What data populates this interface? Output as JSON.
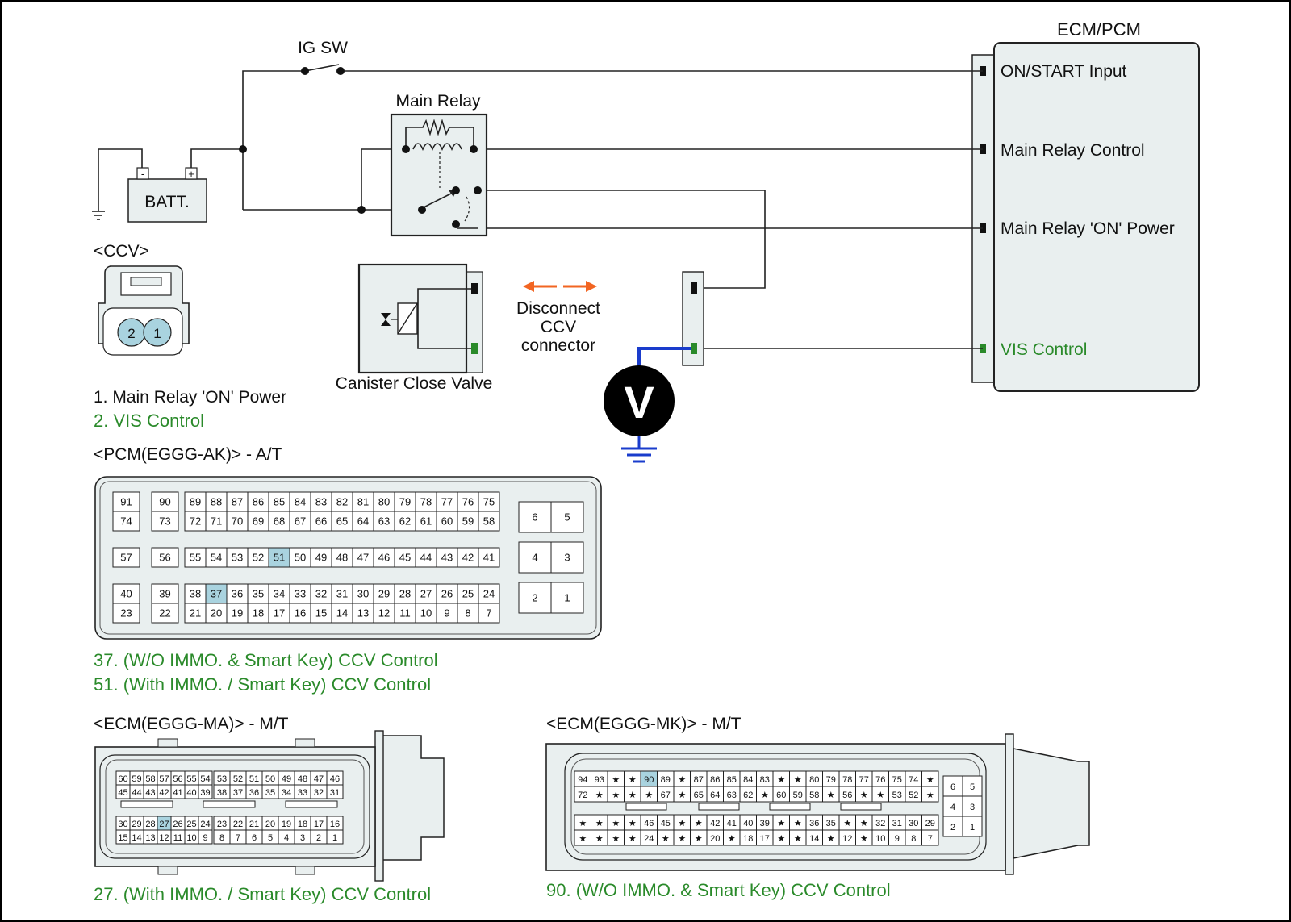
{
  "labels": {
    "ig_sw": "IG SW",
    "ecm_pcm": "ECM/PCM",
    "main_relay": "Main Relay",
    "batt": "BATT.",
    "ecm_pin_on_start": "ON/START Input",
    "ecm_pin_main_relay_control": "Main Relay Control",
    "ecm_pin_main_relay_on_power": "Main Relay 'ON' Power",
    "ecm_pin_vis_control": "VIS Control",
    "ccv_heading": "<CCV>",
    "ccv_pin_1": "1",
    "ccv_pin_2": "2",
    "ccv_legend_1": "1. Main Relay 'ON' Power",
    "ccv_legend_2": "2. VIS Control",
    "canister_close_valve": "Canister Close Valve",
    "disconnect_1": "Disconnect",
    "disconnect_2": "CCV",
    "disconnect_3": "connector",
    "voltmeter": "V",
    "pcm_heading": "<PCM(EGGG-AK)> - A/T",
    "pcm_note_37": "37. (W/O IMMO. & Smart Key) CCV Control",
    "pcm_note_51": "51. (With IMMO. / Smart Key) CCV Control",
    "ecm_ma_heading": "<ECM(EGGG-MA)> - M/T",
    "ecm_ma_note": "27. (With IMMO. / Smart Key) CCV Control",
    "ecm_mk_heading": "<ECM(EGGG-MK)> - M/T",
    "ecm_mk_note": "90. (W/O IMMO. & Smart Key) CCV Control"
  },
  "pcm_connector": {
    "highlight": [
      "51",
      "37"
    ],
    "top_left": [
      [
        "91",
        "74"
      ],
      [
        "90",
        "73"
      ]
    ],
    "top_row1": [
      "89",
      "88",
      "87",
      "86",
      "85",
      "84",
      "83",
      "82",
      "81",
      "80",
      "79",
      "78",
      "77",
      "76",
      "75"
    ],
    "top_row2": [
      "72",
      "71",
      "70",
      "69",
      "68",
      "67",
      "66",
      "65",
      "64",
      "63",
      "62",
      "61",
      "60",
      "59",
      "58"
    ],
    "mid_left": [
      "57",
      "56"
    ],
    "mid_row": [
      "55",
      "54",
      "53",
      "52",
      "51",
      "50",
      "49",
      "48",
      "47",
      "46",
      "45",
      "44",
      "43",
      "42",
      "41"
    ],
    "bot_left": [
      [
        "40",
        "23"
      ],
      [
        "39",
        "22"
      ]
    ],
    "bot_row1": [
      "38",
      "37",
      "36",
      "35",
      "34",
      "33",
      "32",
      "31",
      "30",
      "29",
      "28",
      "27",
      "26",
      "25",
      "24"
    ],
    "bot_row2": [
      "21",
      "20",
      "19",
      "18",
      "17",
      "16",
      "15",
      "14",
      "13",
      "12",
      "11",
      "10",
      "9",
      "8",
      "7"
    ],
    "right_blocks": [
      [
        "6",
        "5"
      ],
      [
        "4",
        "3"
      ],
      [
        "2",
        "1"
      ]
    ]
  },
  "ecm_ma_connector": {
    "highlight": [
      "27"
    ],
    "row1": [
      "60",
      "59",
      "58",
      "57",
      "56",
      "55",
      "54",
      "53",
      "52",
      "51",
      "50",
      "49",
      "48",
      "47",
      "46"
    ],
    "row2": [
      "45",
      "44",
      "43",
      "42",
      "41",
      "40",
      "39",
      "38",
      "37",
      "36",
      "35",
      "34",
      "33",
      "32",
      "31"
    ],
    "row3": [
      "30",
      "29",
      "28",
      "27",
      "26",
      "25",
      "24",
      "23",
      "22",
      "21",
      "20",
      "19",
      "18",
      "17",
      "16"
    ],
    "row4": [
      "15",
      "14",
      "13",
      "12",
      "11",
      "10",
      "9",
      "8",
      "7",
      "6",
      "5",
      "4",
      "3",
      "2",
      "1"
    ]
  },
  "ecm_mk_connector": {
    "highlight": [
      "90"
    ],
    "row1": [
      "94",
      "93",
      "★",
      "★",
      "90",
      "89",
      "★",
      "87",
      "86",
      "85",
      "84",
      "83",
      "★",
      "★",
      "80",
      "79",
      "78",
      "77",
      "76",
      "75",
      "74",
      "★"
    ],
    "row2": [
      "72",
      "★",
      "★",
      "★",
      "★",
      "67",
      "★",
      "65",
      "64",
      "63",
      "62",
      "★",
      "60",
      "59",
      "58",
      "★",
      "56",
      "★",
      "★",
      "53",
      "52",
      "★"
    ],
    "row3": [
      "★",
      "★",
      "★",
      "★",
      "46",
      "45",
      "★",
      "★",
      "42",
      "41",
      "40",
      "39",
      "★",
      "★",
      "36",
      "35",
      "★",
      "★",
      "32",
      "31",
      "30",
      "29"
    ],
    "row4": [
      "★",
      "★",
      "★",
      "★",
      "24",
      "★",
      "★",
      "★",
      "20",
      "★",
      "18",
      "17",
      "★",
      "★",
      "14",
      "★",
      "12",
      "★",
      "10",
      "9",
      "8",
      "7"
    ],
    "right_blocks": [
      [
        "6",
        "5"
      ],
      [
        "4",
        "3"
      ],
      [
        "2",
        "1"
      ]
    ]
  },
  "colors": {
    "highlight_pin": "#a9d3df",
    "green_text": "#2a8a2a",
    "arrow": "#f26522",
    "probe_wire": "#1a3ccc",
    "panel_fill": "#e9efef"
  }
}
